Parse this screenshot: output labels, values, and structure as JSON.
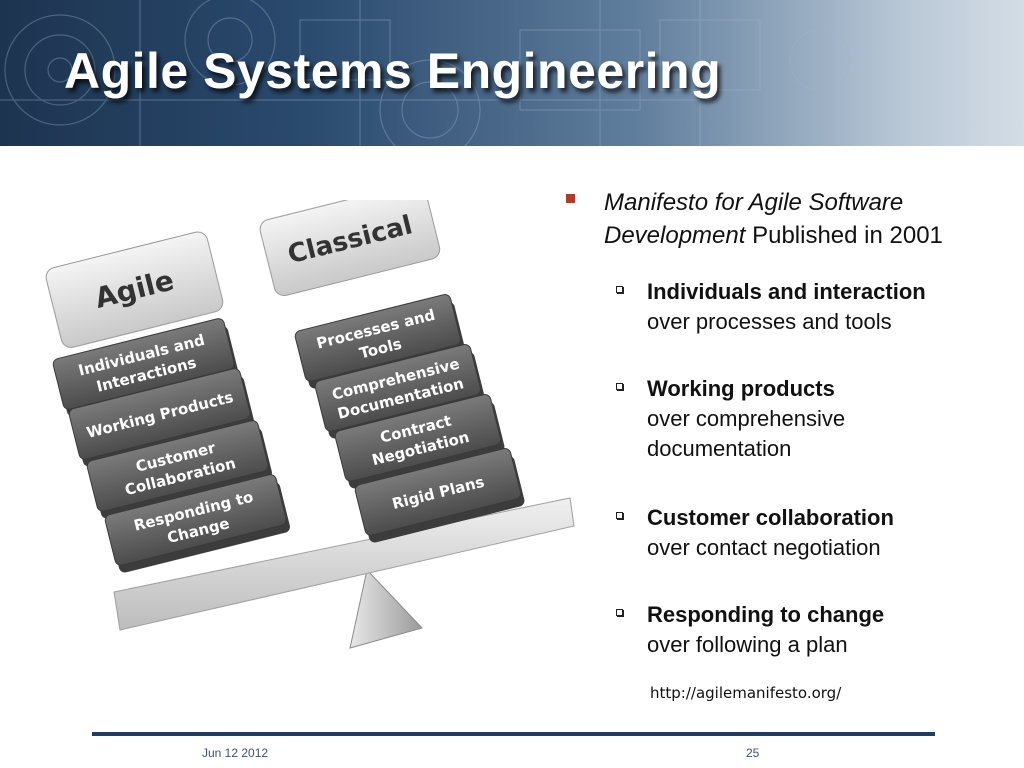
{
  "slide": {
    "title": "Agile Systems Engineering"
  },
  "illustration": {
    "agile_header": "Agile",
    "classical_header": "Classical",
    "agile_blocks": [
      [
        "Individuals and",
        "Interactions"
      ],
      [
        "Working Products"
      ],
      [
        "Customer",
        "Collaboration"
      ],
      [
        "Responding to",
        "Change"
      ]
    ],
    "classical_blocks": [
      [
        "Processes and",
        "Tools"
      ],
      [
        "Comprehensive",
        "Documentation"
      ],
      [
        "Contract",
        "Negotiation"
      ],
      [
        "Rigid Plans"
      ]
    ]
  },
  "manifesto": {
    "italic_text": "Manifesto for Agile Software Development",
    "plain_text": " Published in 2001",
    "items": [
      {
        "bold": "Individuals and interaction",
        "rest": "over processes and tools"
      },
      {
        "bold": "Working products",
        "rest": "over comprehensive documentation"
      },
      {
        "bold": "Customer collaboration",
        "rest": "over contact negotiation"
      },
      {
        "bold": "Responding to change",
        "rest": "over following a plan"
      }
    ],
    "source_url": "http://agilemanifesto.org/"
  },
  "footer": {
    "date": "Jun 12 2012",
    "page_number": "25"
  },
  "colors": {
    "banner_dark": "#1d3450",
    "bullet_red": "#b13a2a",
    "footer_rule": "#1f3b66",
    "footer_text": "#3c4f8a",
    "block_gray": "#5e5e5e"
  }
}
